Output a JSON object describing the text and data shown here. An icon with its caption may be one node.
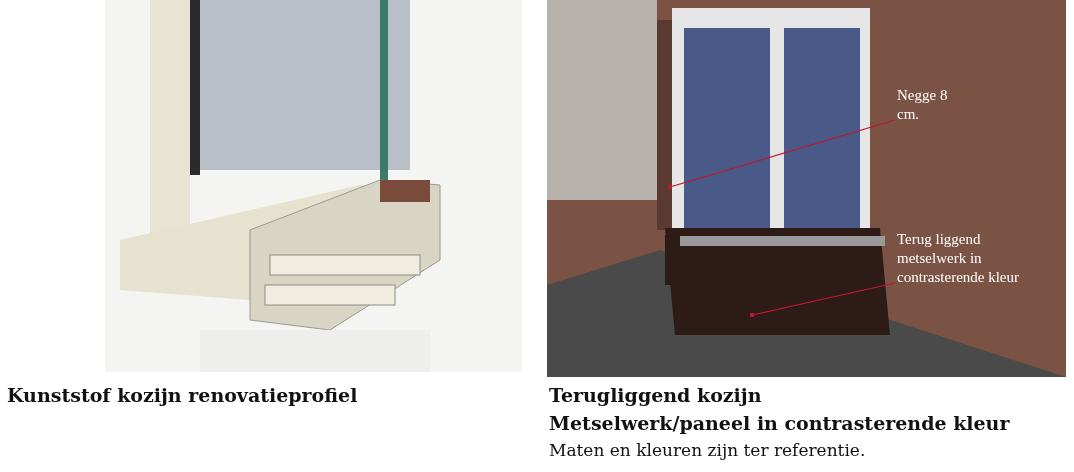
{
  "diagram": {
    "nodes": [
      {
        "text": [
          "Negge 8 cm."
        ]
      },
      {
        "text": [
          "Terug liggend metselwerk in contrasterende kleur"
        ]
      }
    ],
    "edges": [
      {
        "from": 0,
        "to": null,
        "arrow": "other"
      },
      {
        "from": 1,
        "to": null,
        "arrow": "other"
      }
    ],
    "labels": [
      "Kunststof kozijn renovatieprofiel",
      "Terugliggend kozijn",
      "Metselwerk/paneel in contrasterende kleur",
      "Maten en kleuren zijn ter referentie."
    ]
  }
}
